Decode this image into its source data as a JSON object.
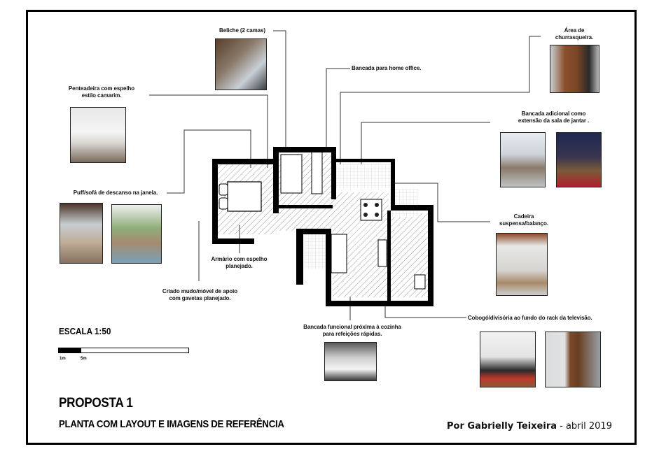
{
  "document": {
    "title": "PROPOSTA 1",
    "subtitle": "PLANTA COM LAYOUT E IMAGENS DE REFERÊNCIA",
    "author_prefix": "Por Gabrielly Teixeira",
    "author_separator": " - ",
    "date": "abril 2019"
  },
  "scale": {
    "label": "ESCALA 1:50",
    "ticks": [
      "1m",
      "5m"
    ]
  },
  "annotations": [
    {
      "id": "beliche",
      "text": "Beliche (2 camas)"
    },
    {
      "id": "penteadeira",
      "text": "Penteadeira com espelho estilo camarim."
    },
    {
      "id": "home-office",
      "text": "Bancada para home office."
    },
    {
      "id": "churrasqueira",
      "text": "Área de churrasqueira."
    },
    {
      "id": "bancada-adicional",
      "text": "Bancada adicional como extensão da sala de jantar ."
    },
    {
      "id": "puff",
      "text": "Puff/sofá de descanso na janela."
    },
    {
      "id": "cadeira",
      "text": "Cadeira suspensa/balanço."
    },
    {
      "id": "armario",
      "text": "Armário com espelho planejado."
    },
    {
      "id": "criado-mudo",
      "text": "Criado mudo/móvel de apoio com gavetas planejado."
    },
    {
      "id": "cobogo",
      "text": "Cobogó/divisória ao fundo do rack da televisão."
    },
    {
      "id": "bancada-funcional",
      "text": "Bancada funcional próxima à cozinha para refeições rápidas."
    }
  ],
  "colors": {
    "border": "#000000",
    "background": "#ffffff",
    "hatch": "#9a9a9a"
  }
}
